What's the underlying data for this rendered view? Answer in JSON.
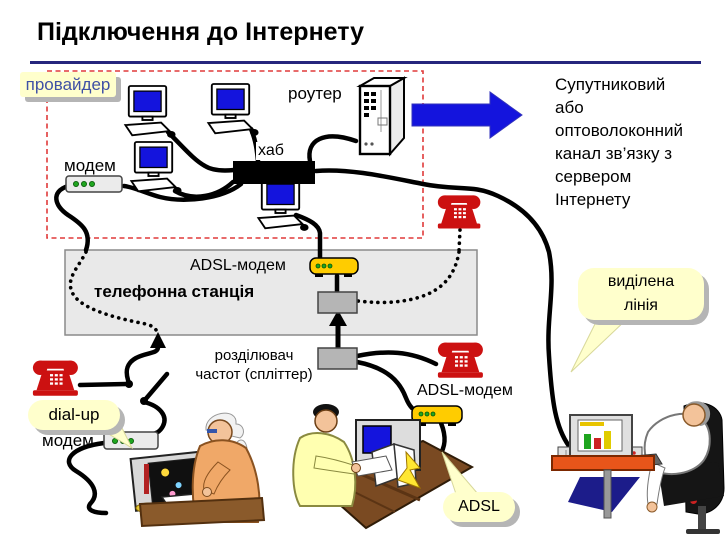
{
  "title": "Підключення до Інтернету",
  "provider": {
    "label": "провайдер",
    "modem_label": "модем",
    "hub_label": "хаб",
    "router_label": "роутер"
  },
  "channel_note": {
    "lines": [
      "Супутниковий",
      "або",
      "оптоволоконний",
      "канал зв’язку з",
      "сервером",
      "Інтернету"
    ]
  },
  "station": {
    "label": "телефонна станція",
    "adsl_modem_label": "ADSL-модем"
  },
  "splitter": {
    "line1": "розділювач",
    "line2": "частот (спліттер)"
  },
  "callouts": {
    "dialup": "dial-up",
    "dedicated_line1": "виділена",
    "dedicated_line2": "лінія",
    "adsl": "ADSL"
  },
  "users": {
    "dialup_modem_label": "модем",
    "adsl_modem_label": "ADSL-модем"
  },
  "icons": {
    "computer": "desktop-pc-icon",
    "hub": "hub-bar-icon",
    "router": "server-tower-icon",
    "modem": "modem-device-icon",
    "adsl_modem": "adsl-modem-device-icon",
    "splitter": "splitter-box-icon",
    "phone": "telephone-icon",
    "channel_arrow": "right-arrow-icon"
  },
  "colors": {
    "arrow_blue": "#1414dd",
    "screen_blue": "#1414dd",
    "dashed_red": "#e03a3a",
    "bubble_yellow": "#ffffcc",
    "provider_text_blue": "#3f51a5",
    "station_gray": "#e9e9e9",
    "modem_yellow": "#ffcc00",
    "phone_red": "#cc1111",
    "underline_navy": "#26267d"
  }
}
